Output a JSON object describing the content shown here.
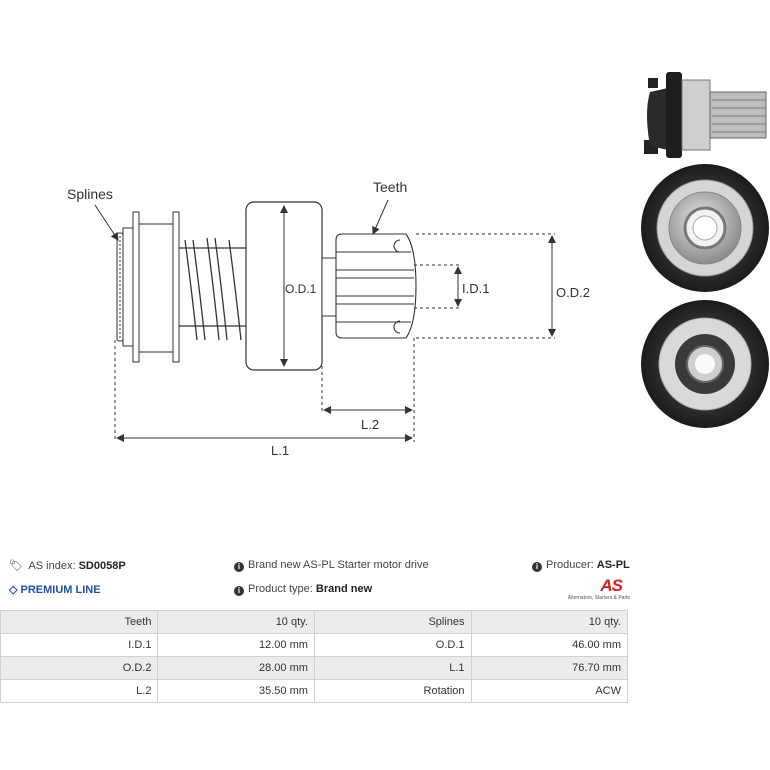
{
  "diagram": {
    "labels": {
      "splines": "Splines",
      "teeth": "Teeth",
      "od1": "O.D.1",
      "id1": "I.D.1",
      "od2": "O.D.2",
      "l2": "L.2",
      "l1": "L.1"
    }
  },
  "header": {
    "as_index_label": "AS index:",
    "as_index_value": "SD0058P",
    "description": "Brand new AS-PL Starter motor drive",
    "producer_label": "Producer:",
    "producer_value": "AS-PL",
    "premium_line": "PREMIUM LINE",
    "product_type_label": "Product type:",
    "product_type_value": "Brand new",
    "logo_text": "AS",
    "logo_tagline": "Alternators, Starters & Parts"
  },
  "specs": [
    {
      "label_left": "Teeth",
      "value_left": "10 qty.",
      "label_right": "Splines",
      "value_right": "10 qty."
    },
    {
      "label_left": "I.D.1",
      "value_left": "12.00 mm",
      "label_right": "O.D.1",
      "value_right": "46.00 mm"
    },
    {
      "label_left": "O.D.2",
      "value_left": "28.00 mm",
      "label_right": "L.1",
      "value_right": "76.70 mm"
    },
    {
      "label_left": "L.2",
      "value_left": "35.50 mm",
      "label_right": "Rotation",
      "value_right": "ACW"
    }
  ]
}
